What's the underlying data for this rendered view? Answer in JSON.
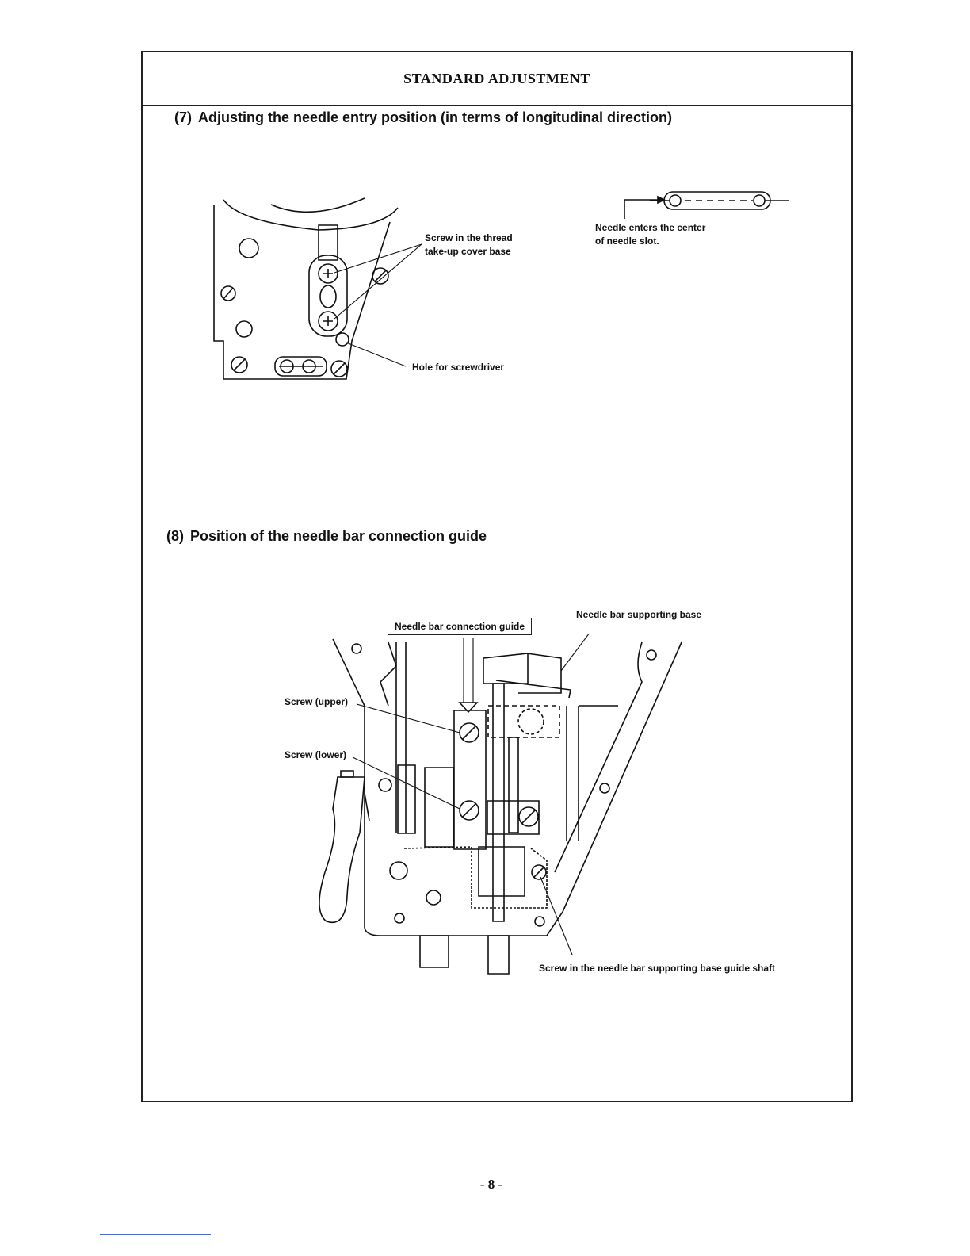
{
  "header": {
    "title": "STANDARD ADJUSTMENT"
  },
  "section7": {
    "number": "(7)",
    "title": "Adjusting the needle entry position (in terms of longitudinal direction)",
    "label_screw": [
      "Screw in the thread",
      "take-up cover base"
    ],
    "label_hole": "Hole for screwdriver",
    "label_needle": [
      "Needle enters the center",
      "of needle slot."
    ]
  },
  "section8": {
    "number": "(8)",
    "title": "Position of the needle bar connection guide",
    "label_guide": "Needle bar connection guide",
    "label_support_base": "Needle bar supporting base",
    "label_screw_upper": "Screw (upper)",
    "label_screw_lower": "Screw (lower)",
    "label_guide_shaft": "Screw in the needle bar supporting base guide shaft"
  },
  "footer": {
    "page": "- 8 -"
  }
}
